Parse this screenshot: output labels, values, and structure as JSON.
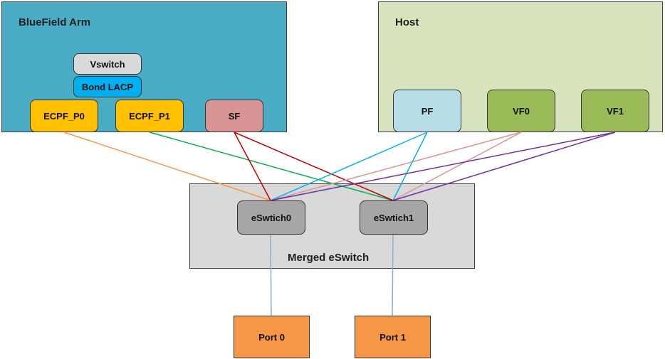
{
  "colors": {
    "bluefield_bg": "#4BACC6",
    "host_bg": "#D7E4BD",
    "merged_bg": "#D9D9D9",
    "vswitch_fill": "#D9D9D9",
    "bond_fill": "#00B0F0",
    "ecpf_fill": "#FFC000",
    "sf_fill": "#D99594",
    "pf_fill": "#B7DEE8",
    "vf_fill": "#9BBB59",
    "eswitch_fill": "#A6A6A6",
    "port_fill": "#F79646",
    "link_ecpf_p0": "#F79646",
    "link_ecpf_p1": "#00B050",
    "link_sf": "#C00000",
    "link_pf": "#00B0F0",
    "link_vf0": "#D99594",
    "link_vf1": "#7030A0",
    "link_uplink": "#8EA9DB"
  },
  "bluefield": {
    "title": "BlueField Arm",
    "vswitch": "Vswitch",
    "bond": "Bond LACP",
    "ecpf_p0": "ECPF_P0",
    "ecpf_p1": "ECPF_P1",
    "sf": "SF"
  },
  "host": {
    "title": "Host",
    "pf": "PF",
    "vf0": "VF0",
    "vf1": "VF1"
  },
  "merged": {
    "title": "Merged eSwitch",
    "eswitch0": "eSwtich0",
    "eswitch1": "eSwtich1"
  },
  "ports": {
    "port0": "Port 0",
    "port1": "Port 1"
  },
  "links": [
    {
      "from": "ecpf_p0",
      "to": "eswitch0",
      "color": "link_ecpf_p0"
    },
    {
      "from": "ecpf_p1",
      "to": "eswitch1",
      "color": "link_ecpf_p1"
    },
    {
      "from": "sf",
      "to": "eswitch0",
      "color": "link_sf"
    },
    {
      "from": "sf",
      "to": "eswitch1",
      "color": "link_sf"
    },
    {
      "from": "pf",
      "to": "eswitch0",
      "color": "link_pf"
    },
    {
      "from": "pf",
      "to": "eswitch1",
      "color": "link_pf"
    },
    {
      "from": "vf0",
      "to": "eswitch0",
      "color": "link_vf0"
    },
    {
      "from": "vf0",
      "to": "eswitch1",
      "color": "link_vf0"
    },
    {
      "from": "vf1",
      "to": "eswitch0",
      "color": "link_vf1"
    },
    {
      "from": "vf1",
      "to": "eswitch1",
      "color": "link_vf1"
    },
    {
      "from": "eswitch0",
      "to": "port0",
      "color": "link_uplink"
    },
    {
      "from": "eswitch1",
      "to": "port1",
      "color": "link_uplink"
    }
  ]
}
